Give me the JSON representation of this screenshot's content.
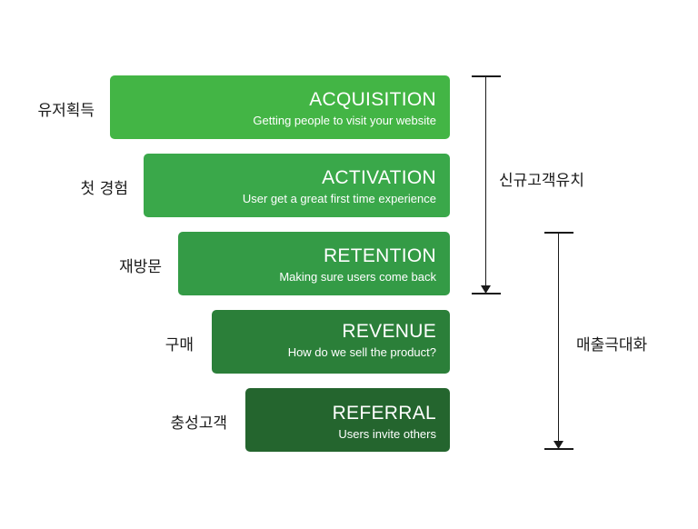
{
  "stages": [
    {
      "label": "유저획득",
      "title": "ACQUISITION",
      "subtitle": "Getting people to visit your website",
      "color": "#43b545"
    },
    {
      "label": "첫 경험",
      "title": "ACTIVATION",
      "subtitle": "User get a great first time experience",
      "color": "#3aa84a"
    },
    {
      "label": "재방문",
      "title": "RETENTION",
      "subtitle": "Making sure users come back",
      "color": "#349b46"
    },
    {
      "label": "구매",
      "title": "REVENUE",
      "subtitle": "How do we sell the product?",
      "color": "#2b7f39"
    },
    {
      "label": "충성고객",
      "title": "REFERRAL",
      "subtitle": "Users invite others",
      "color": "#24652e"
    }
  ],
  "brackets": [
    {
      "label": "신규고객유치",
      "spans": [
        "ACQUISITION",
        "RETENTION"
      ]
    },
    {
      "label": "매출극대화",
      "spans": [
        "RETENTION",
        "REFERRAL"
      ]
    }
  ]
}
